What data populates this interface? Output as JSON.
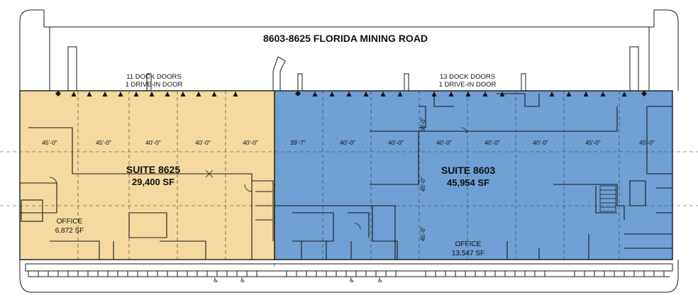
{
  "title": "8603-8625 FLORIDA MINING ROAD",
  "colors": {
    "suite_8625_fill": "#f5d9a0",
    "suite_8603_fill": "#6f9fd3",
    "wall": "#1a1a1a",
    "background": "#ffffff"
  },
  "suite_8625": {
    "name": "SUITE 8625",
    "area": "29,400 SF",
    "dock_line1": "11 DOCK DOORS",
    "dock_line2": "1 DRIVE-IN DOOR",
    "office_label": "OFFICE",
    "office_area": "6,872 SF",
    "bays": [
      "45'-0\"",
      "45'-0\"",
      "40'-0\"",
      "40'-0\"",
      "40'-0\""
    ]
  },
  "suite_8603": {
    "name": "SUITE 8603",
    "area": "45,954 SF",
    "dock_line1": "13 DOCK DOORS",
    "dock_line2": "1 DRIVE-IN DOOR",
    "office_label": "OFFICE",
    "office_area": "13,547 SF",
    "bays": [
      "39'-7\"",
      "40'-0\"",
      "40'-0\"",
      "40'-0\"",
      "40'-0\"",
      "40'-0\"",
      "45'-0\"",
      "45'-0\""
    ],
    "vertical_dims": [
      "50'-0\"",
      "45'-0\"",
      "45'-0\""
    ]
  },
  "icons": [
    "dock-door-icon",
    "accessible-parking-icon",
    "door-swing-icon"
  ]
}
